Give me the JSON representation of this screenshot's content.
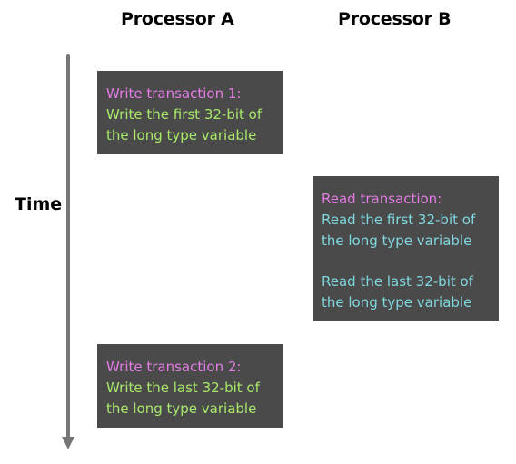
{
  "headers": {
    "processor_a": "Processor A",
    "processor_b": "Processor B"
  },
  "axis": {
    "label": "Time"
  },
  "colors": {
    "box_background": "#4a4a4a",
    "title_text": "#e37ce3",
    "write_text": "#a8e86a",
    "read_text": "#7fd7e0",
    "axis": "#777777"
  },
  "write_transaction_1": {
    "title": "Write transaction 1:",
    "line1": "Write the first 32-bit of",
    "line2": "the long type variable"
  },
  "read_transaction": {
    "title": "Read transaction:",
    "line1": "Read the first 32-bit of",
    "line2": "the long type variable",
    "line3": "Read the last 32-bit of",
    "line4": "the long type variable"
  },
  "write_transaction_2": {
    "title": "Write transaction 2:",
    "line1": "Write the last 32-bit of",
    "line2": "the long type variable"
  }
}
